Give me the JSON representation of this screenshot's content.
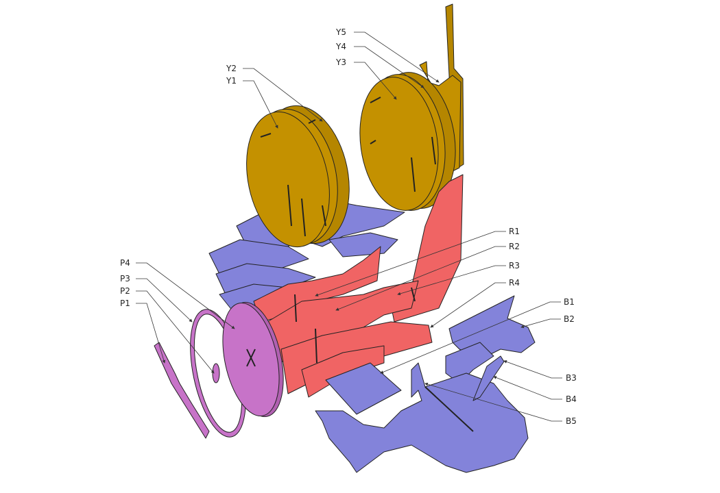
{
  "colors": {
    "yellow": "#C49100",
    "red": "#F06464",
    "blue": "#8383DA",
    "pink": "#C773C8"
  },
  "labels": {
    "Y5": "Y5",
    "Y4": "Y4",
    "Y3": "Y3",
    "Y2": "Y2",
    "Y1": "Y1",
    "P4": "P4",
    "P3": "P3",
    "P2": "P2",
    "P1": "P1",
    "R1": "R1",
    "R2": "R2",
    "R3": "R3",
    "R4": "R4",
    "B1": "B1",
    "B2": "B2",
    "B3": "B3",
    "B4": "B4",
    "B5": "B5"
  }
}
